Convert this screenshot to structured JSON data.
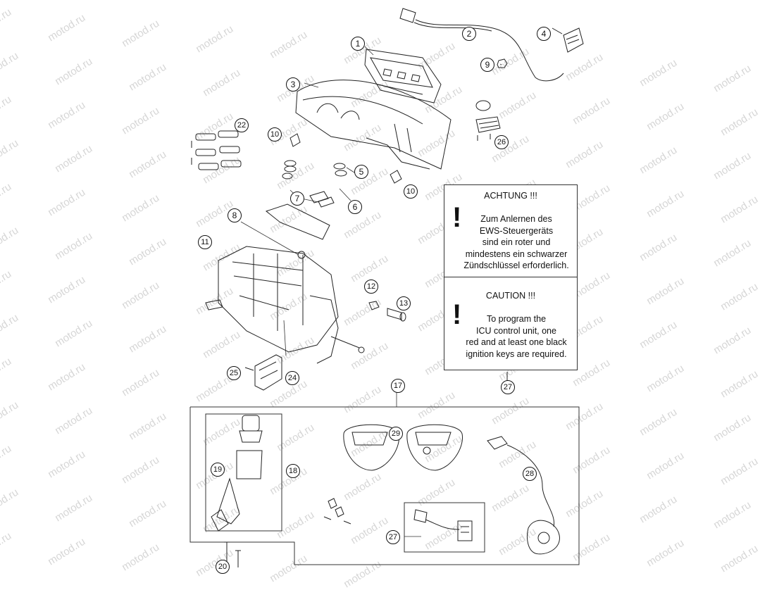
{
  "watermark": {
    "text": "motod.ru"
  },
  "callouts": [
    {
      "id": "c1",
      "label": "1"
    },
    {
      "id": "c2",
      "label": "2"
    },
    {
      "id": "c3",
      "label": "3"
    },
    {
      "id": "c4",
      "label": "4"
    },
    {
      "id": "c5",
      "label": "5"
    },
    {
      "id": "c6",
      "label": "6"
    },
    {
      "id": "c7",
      "label": "7"
    },
    {
      "id": "c8",
      "label": "8"
    },
    {
      "id": "c9",
      "label": "9"
    },
    {
      "id": "c10a",
      "label": "10"
    },
    {
      "id": "c10b",
      "label": "10"
    },
    {
      "id": "c11",
      "label": "11"
    },
    {
      "id": "c12",
      "label": "12"
    },
    {
      "id": "c13",
      "label": "13"
    },
    {
      "id": "c17",
      "label": "17"
    },
    {
      "id": "c18",
      "label": "18"
    },
    {
      "id": "c19",
      "label": "19"
    },
    {
      "id": "c20",
      "label": "20"
    },
    {
      "id": "c22",
      "label": "22"
    },
    {
      "id": "c24",
      "label": "24"
    },
    {
      "id": "c25",
      "label": "25"
    },
    {
      "id": "c26",
      "label": "26"
    },
    {
      "id": "c27a",
      "label": "27"
    },
    {
      "id": "c27b",
      "label": "27"
    },
    {
      "id": "c28",
      "label": "28"
    },
    {
      "id": "c29",
      "label": "29"
    }
  ],
  "notice": {
    "de_title": "ACHTUNG !!!",
    "de_lines": [
      "Zum Anlernen des",
      "EWS-Steuergeräts",
      "sind ein roter und",
      "mindestens ein schwarzer",
      "Zündschlüssel erforderlich."
    ],
    "en_title": "CAUTION !!!",
    "en_lines": [
      "To program the",
      "ICU control unit, one",
      "red and at least one black",
      "ignition keys are required."
    ],
    "exclamation": "!"
  }
}
